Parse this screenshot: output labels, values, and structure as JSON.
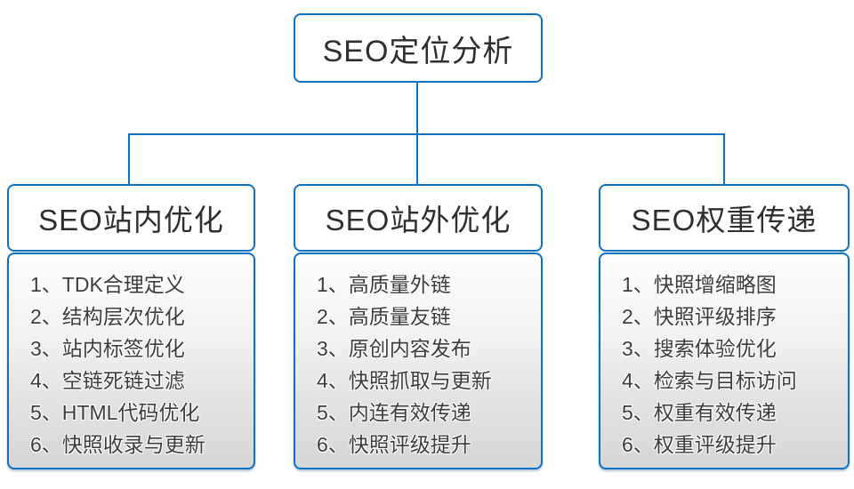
{
  "title": "SEO定位分析",
  "colors": {
    "line": "#0b72c6",
    "border": "#0b72c6",
    "list_text": "#3c3c3c"
  },
  "columns": [
    {
      "header": "SEO站内优化",
      "items": [
        "1、TDK合理定义",
        "2、结构层次优化",
        "3、站内标签优化",
        "4、空链死链过滤",
        "5、HTML代码优化",
        "6、快照收录与更新"
      ]
    },
    {
      "header": "SEO站外优化",
      "items": [
        "1、高质量外链",
        "2、高质量友链",
        "3、原创内容发布",
        "4、快照抓取与更新",
        "5、内连有效传递",
        "6、快照评级提升"
      ]
    },
    {
      "header": "SEO权重传递",
      "items": [
        "1、快照增缩略图",
        "2、快照评级排序",
        "3、搜索体验优化",
        "4、检索与目标访问",
        "5、权重有效传递",
        "6、权重评级提升"
      ]
    }
  ]
}
